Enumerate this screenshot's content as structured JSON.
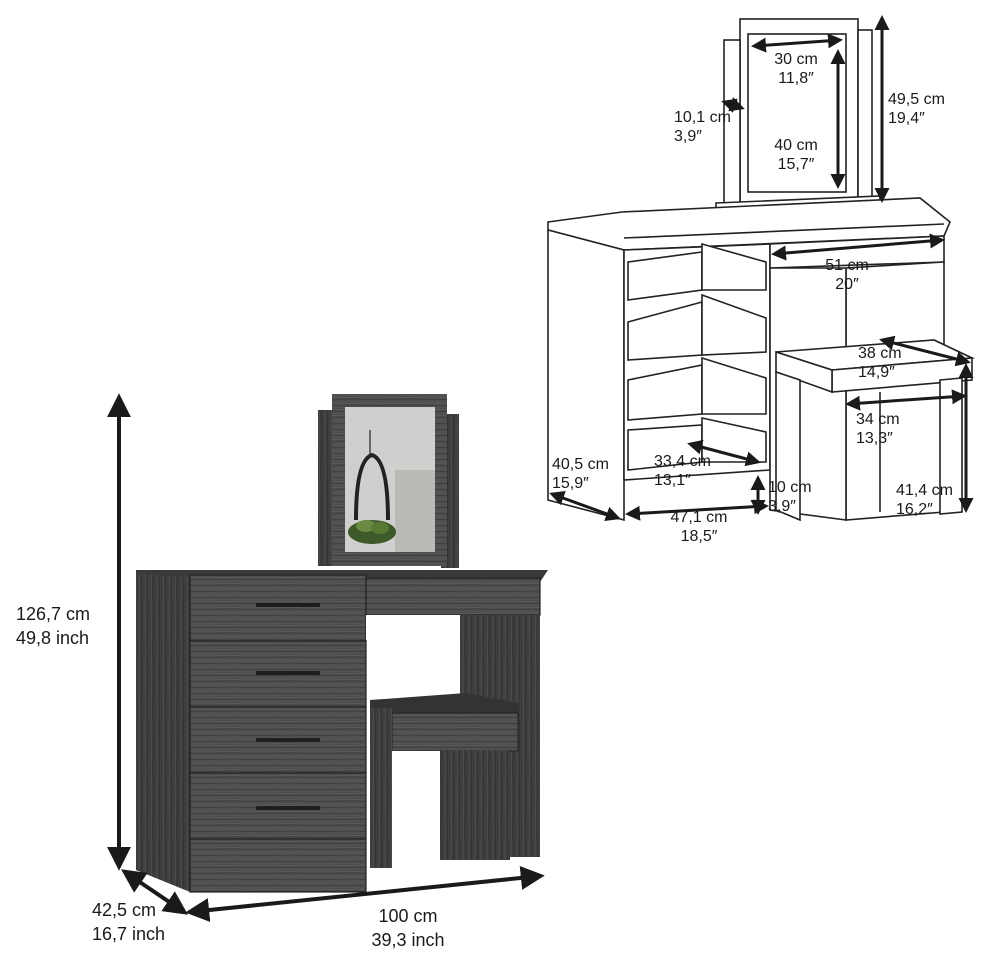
{
  "main_dimensions": {
    "height": {
      "metric": "126,7 cm",
      "imperial": "49,8 inch"
    },
    "depth": {
      "metric": "42,5 cm",
      "imperial": "16,7 inch"
    },
    "width": {
      "metric": "100 cm",
      "imperial": "39,3 inch"
    }
  },
  "detail_dimensions": {
    "mirror_width": {
      "metric": "30 cm",
      "imperial": "11,8″"
    },
    "mirror_height": {
      "metric": "40 cm",
      "imperial": "15,7″"
    },
    "mirror_frame_depth": {
      "metric": "10,1 cm",
      "imperial": "3,9″"
    },
    "mirror_total_height": {
      "metric": "49,5 cm",
      "imperial": "19,4″"
    },
    "kneehole_width": {
      "metric": "51 cm",
      "imperial": "20″"
    },
    "stool_width": {
      "metric": "38 cm",
      "imperial": "14,9″"
    },
    "stool_depth": {
      "metric": "34 cm",
      "imperial": "13,3″"
    },
    "stool_height": {
      "metric": "41,4 cm",
      "imperial": "16,2″"
    },
    "drawer_depth": {
      "metric": "33,4 cm",
      "imperial": "13,1″"
    },
    "side_depth": {
      "metric": "40,5 cm",
      "imperial": "15,9″"
    },
    "drawer_unit_width": {
      "metric": "47,1 cm",
      "imperial": "18,5″"
    },
    "base_clearance": {
      "metric": "10 cm",
      "imperial": "3,9″"
    }
  },
  "colors": {
    "wood": "#4a4a4a",
    "wood_dark": "#2f2f2f",
    "wood_light": "#6a6a6a",
    "line": "#1a1a1a"
  }
}
